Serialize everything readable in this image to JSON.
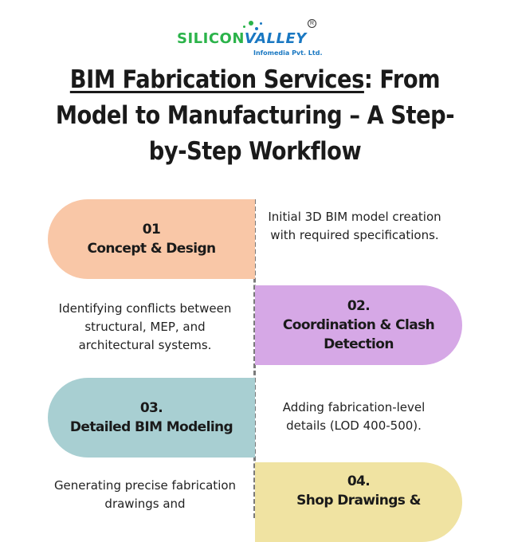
{
  "logo": {
    "silicon": "SILICON",
    "valley": "VALLEY",
    "sub": "Infomedia Pvt. Ltd.",
    "registered": "R"
  },
  "title": {
    "underlined": "BIM Fabrication Services",
    "rest": ": From Model to Manufacturing – A Step-by-Step Workflow"
  },
  "colors": {
    "step1": "#f9c7a7",
    "step2": "#d6a8e6",
    "step3": "#a8cfd2",
    "step4": "#f0e3a2",
    "divider": "#7a7a7a",
    "brand_green": "#2bb34a",
    "brand_blue": "#1a78c2"
  },
  "steps": [
    {
      "number": "01",
      "name": "Concept & Design",
      "description": "Initial 3D BIM model creation with required specifications."
    },
    {
      "number": "02.",
      "name": "Coordination & Clash Detection",
      "description": "Identifying conflicts between structural, MEP, and architectural systems."
    },
    {
      "number": "03.",
      "name": "Detailed BIM Modeling",
      "description": "Adding fabrication-level details (LOD 400-500)."
    },
    {
      "number": "04.",
      "name": "Shop Drawings &",
      "description": "Generating precise fabrication drawings and"
    }
  ]
}
